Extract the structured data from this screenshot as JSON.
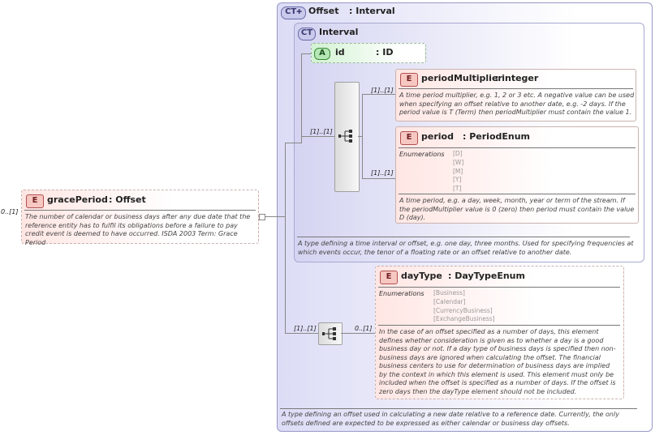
{
  "root": {
    "multiplicity": "0..[1]",
    "badge": "E",
    "name": "gracePeriod",
    "type": ": Offset",
    "doc": "The number of calendar or business days after any due date that the reference entity has to fulfil its obligations before a failure to pay credit event is deemed to have occurred. ISDA 2003 Term: Grace Period"
  },
  "offset": {
    "badge": "CT",
    "name": "Offset",
    "type": ": Interval",
    "doc": "A type defining an offset used in calculating a new date relative to a reference date. Currently, the only offsets defined are expected to be expressed as either calendar or business day offsets."
  },
  "interval": {
    "badge": "CT",
    "name": "Interval",
    "doc": "A type defining a time interval or offset, e.g. one day, three months. Used for specifying frequencies at which events occur, the tenor of a floating rate or an offset relative to another date."
  },
  "id_attr": {
    "badge": "A",
    "name": "id",
    "type": ": ID"
  },
  "interval_seq": {
    "multiplicity": "[1]..[1]"
  },
  "periodMultiplier": {
    "multiplicity": "[1]..[1]",
    "badge": "E",
    "name": "periodMultiplier",
    "type": ": integer",
    "doc": "A time period multiplier, e.g. 1, 2 or 3 etc. A negative value can be used when specifying an offset relative to another date, e.g. -2 days. If the period value is T (Term) then periodMultiplier must contain the value 1."
  },
  "period": {
    "multiplicity": "[1]..[1]",
    "badge": "E",
    "name": "period",
    "type": ": PeriodEnum",
    "enum_label": "Enumerations",
    "enums": [
      "[D]",
      "[W]",
      "[M]",
      "[Y]",
      "[T]"
    ],
    "doc": "A time period, e.g. a day, week, month, year or term of the stream. If the periodMultiplier value is 0 (zero) then period must contain the value D (day)."
  },
  "offset_seq": {
    "multiplicity": "[1]..[1]"
  },
  "dayType": {
    "multiplicity": "0..[1]",
    "badge": "E",
    "name": "dayType",
    "type": ": DayTypeEnum",
    "enum_label": "Enumerations",
    "enums": [
      "[Business]",
      "[Calendar]",
      "[CurrencyBusiness]",
      "[ExchangeBusiness]"
    ],
    "doc": "In the case of an offset specified as a number of days, this element defines whether consideration is given as to whether a day is a good business day or not. If a day type of business days is specified then non-business days are ignored when calculating the offset. The financial business centers to use for determination of business days are implied by the context in which this element is used. This element must only be included when the offset is specified as a number of days. If the offset is zero days then the dayType element should not be included."
  }
}
